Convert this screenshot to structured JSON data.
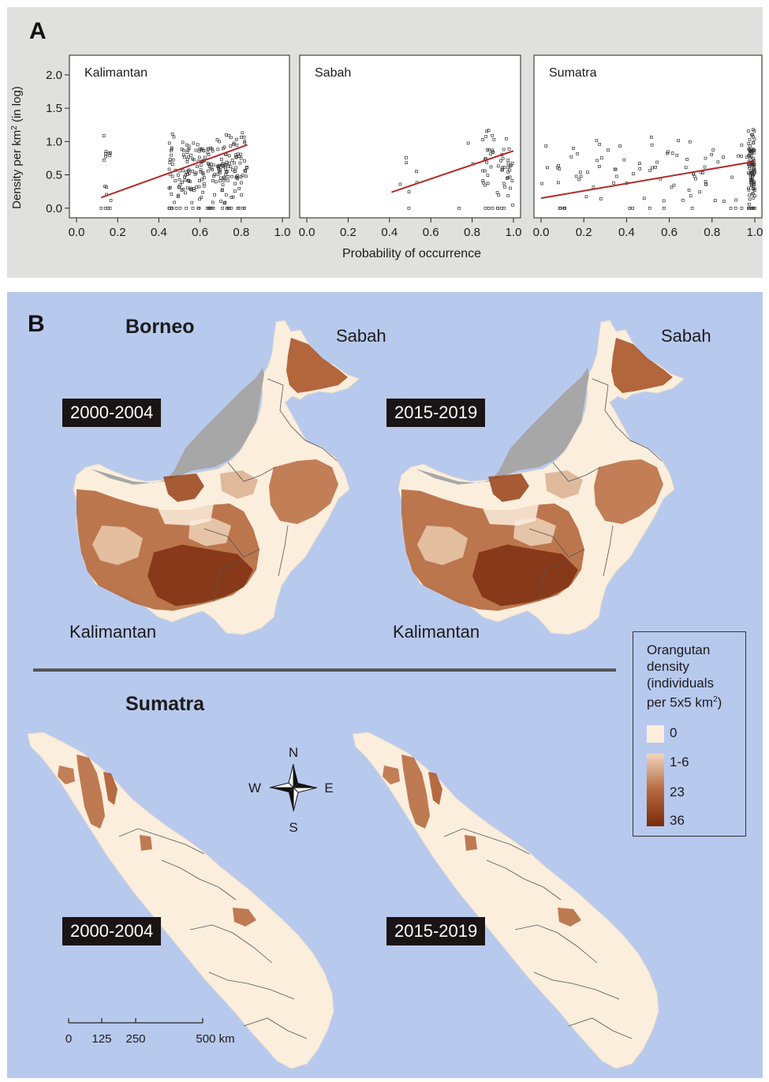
{
  "panels": {
    "a": "A",
    "b": "B"
  },
  "scatter": {
    "ylabel": "Density per km",
    "ylabel_sup": "2",
    "ylabel_tail": " (in log)",
    "xlabel": "Probability of occurrence",
    "yticks": [
      "0.0",
      "0.5",
      "1.0",
      "1.5",
      "2.0"
    ],
    "xticks": [
      "0.0",
      "0.2",
      "0.4",
      "0.6",
      "0.8",
      "1.0"
    ],
    "line_color": "#b22a2a"
  },
  "chart_data": [
    {
      "type": "scatter",
      "title": "Kalimantan",
      "xlim": [
        0,
        1
      ],
      "ylim": [
        -0.05,
        2.2
      ],
      "x_range": [
        0.12,
        0.83
      ],
      "trend": [
        [
          0.12,
          0.16
        ],
        [
          0.83,
          0.95
        ]
      ]
    },
    {
      "type": "scatter",
      "title": "Sabah",
      "xlim": [
        0,
        1
      ],
      "ylim": [
        -0.05,
        2.2
      ],
      "x_range": [
        0.4,
        1.0
      ],
      "trend": [
        [
          0.41,
          0.24
        ],
        [
          1.0,
          0.86
        ]
      ]
    },
    {
      "type": "scatter",
      "title": "Sumatra",
      "xlim": [
        0,
        1
      ],
      "ylim": [
        -0.05,
        2.2
      ],
      "x_range": [
        0.0,
        1.0
      ],
      "trend": [
        [
          0.0,
          0.15
        ],
        [
          1.0,
          0.7
        ]
      ]
    }
  ],
  "maps": {
    "borneo_title": "Borneo",
    "sumatra_title": "Sumatra",
    "sabah": "Sabah",
    "kalimantan": "Kalimantan",
    "period_early": "2000-2004",
    "period_late": "2015-2019",
    "land_color": "#fbeedd",
    "nodata_color": "#a7a7a7",
    "sea_color": "#b8c9ee"
  },
  "compass": {
    "n": "N",
    "s": "S",
    "e": "E",
    "w": "W"
  },
  "scalebar": {
    "ticks": [
      "0",
      "125",
      "250",
      "500 km"
    ]
  },
  "legend": {
    "title1": "Orangutan",
    "title2": "density",
    "title3": "(individuals",
    "title4": "per 5x5 km",
    "title4_sup": "2",
    "title4_tail": ")",
    "zero": "0",
    "low": "1-6",
    "mid": "23",
    "high": "36",
    "colors": [
      "#fbeedd",
      "#f0d6bf",
      "#b6693d",
      "#7a2a0c"
    ]
  }
}
